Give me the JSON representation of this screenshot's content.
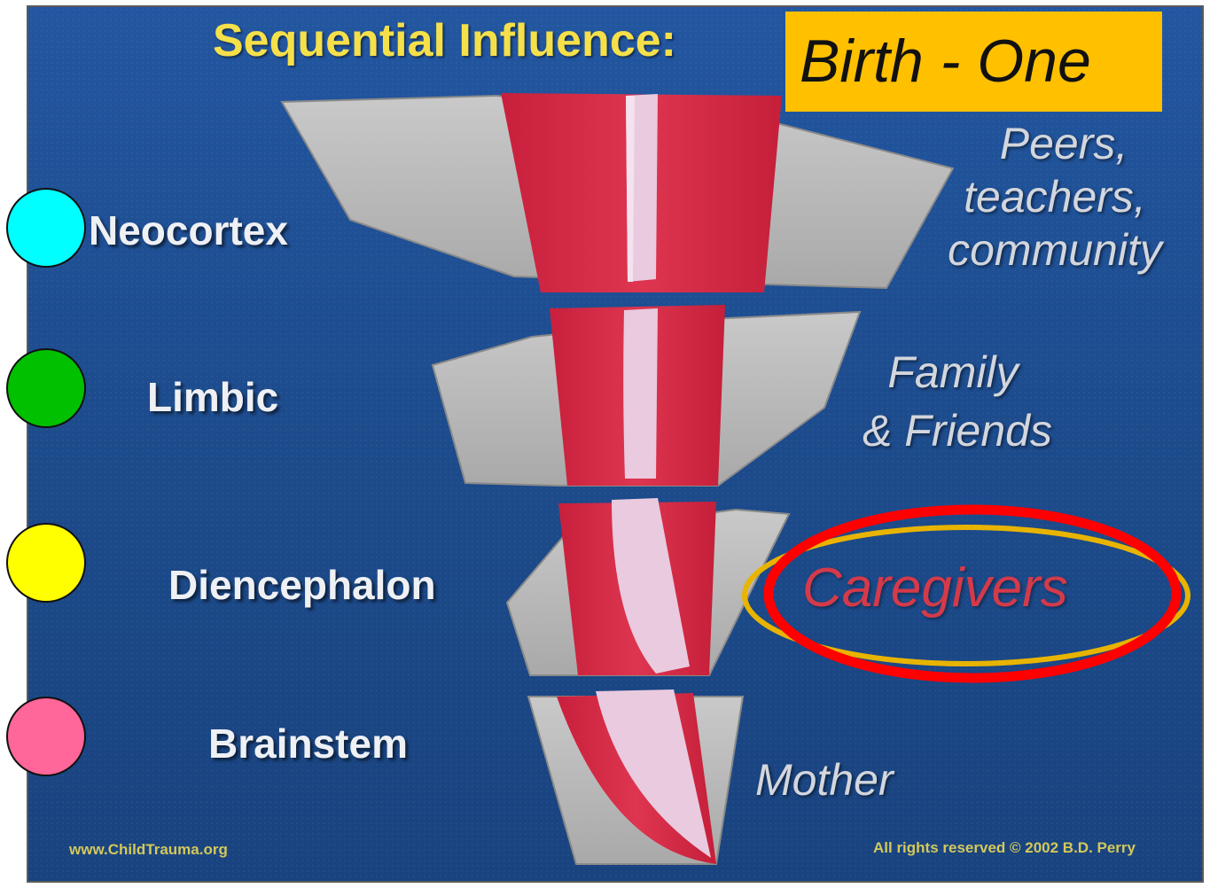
{
  "title": "Sequential Influence:",
  "stage_label": "Birth - One",
  "regions": [
    "Neocortex",
    "Limbic",
    "Diencephalon",
    "Brainstem"
  ],
  "influences": {
    "neocortex_lines": [
      "Peers,",
      "teachers,",
      "community"
    ],
    "limbic_lines": [
      "Family",
      "& Friends"
    ],
    "diencephalon": "Caregivers",
    "brainstem": "Mother"
  },
  "footer": {
    "left": "www.ChildTrauma.org",
    "right": "All rights reserved © 2002 B.D. Perry"
  },
  "markers": [
    {
      "color": "#00ffff"
    },
    {
      "color": "#00c000"
    },
    {
      "color": "#ffff00"
    },
    {
      "color": "#ff6699"
    }
  ],
  "colors": {
    "background": "#1f4e8c",
    "title": "#f5e04a",
    "stage_box": "#ffc000",
    "highlight_red": "#ff0000",
    "highlight_gold": "#e8b400",
    "slab_gray": "#b9b9b9",
    "column_red": "#d52a45",
    "core_pink": "#e8c9dc"
  }
}
